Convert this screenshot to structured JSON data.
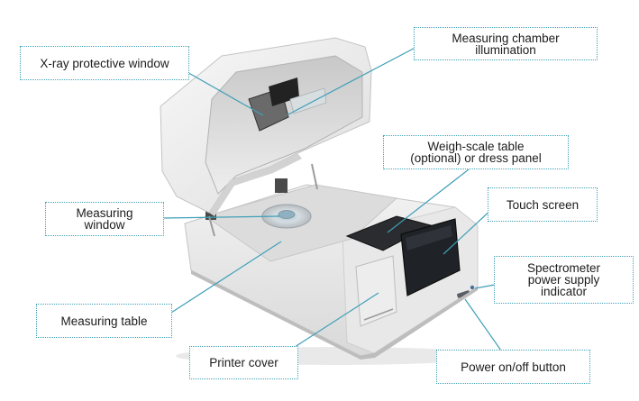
{
  "callouts": {
    "xray_window": "X-ray protective window",
    "chamber_illumination": "Measuring chamber\nillumination",
    "weigh_scale": "Weigh-scale table\n(optional) or dress panel",
    "touch_screen": "Touch screen",
    "measuring_window": "Measuring\nwindow",
    "spectrometer_indicator": "Spectrometer\npower supply\nindicator",
    "measuring_table": "Measuring table",
    "printer_cover": "Printer cover",
    "power_button": "Power on/off button"
  },
  "colors": {
    "callout_border": "#3fa0b8",
    "leader_line": "#3f9fb7",
    "device_body": "#ececec",
    "device_shadow": "#c9c9c9",
    "screen": "#1f2226"
  }
}
